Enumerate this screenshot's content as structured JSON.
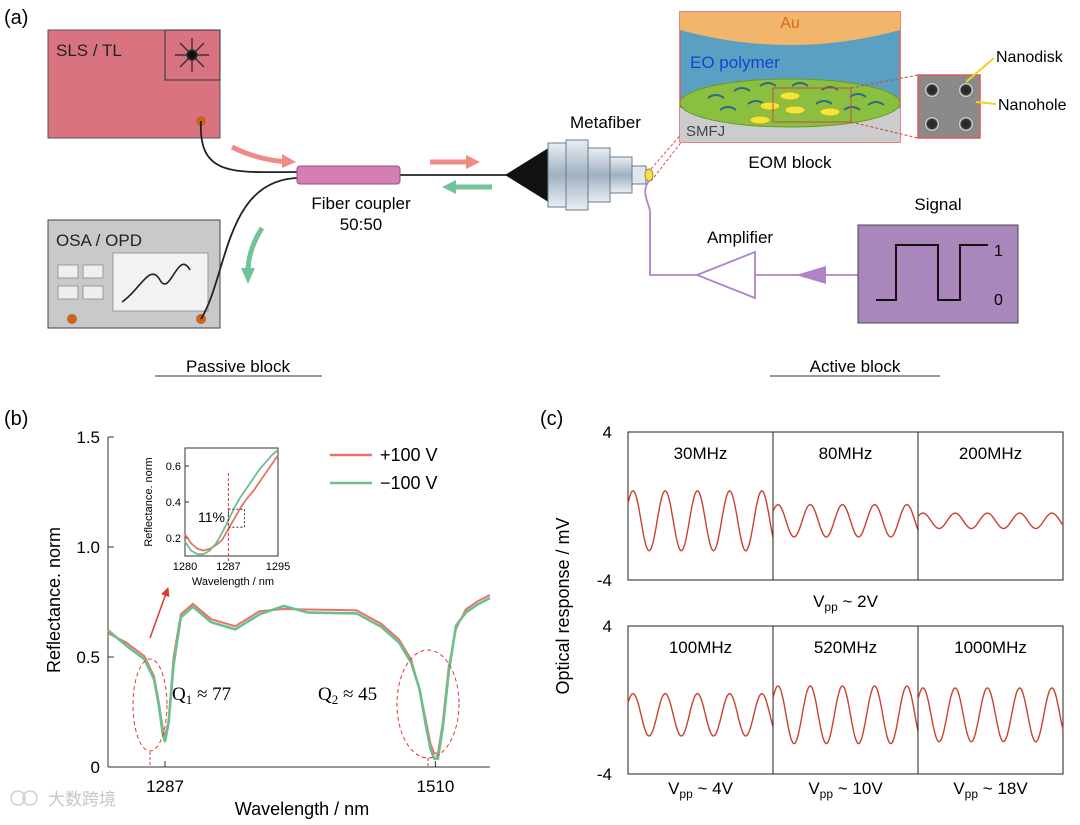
{
  "panel_labels": {
    "a": "(a)",
    "b": "(b)",
    "c": "(c)"
  },
  "setup": {
    "source": "SLS / TL",
    "analyzer": "OSA / OPD",
    "coupler": "Fiber coupler",
    "coupler_ratio": "50:50",
    "metafiber": "Metafiber",
    "eom": {
      "au": "Au",
      "polymer": "EO polymer",
      "smfj": "SMFJ",
      "label": "EOM block"
    },
    "nanodisk": "Nanodisk",
    "nanohole": "Nanohole",
    "amplifier": "Amplifier",
    "signal": "Signal",
    "signal_high": "1",
    "signal_low": "0",
    "passive": "Passive block",
    "active": "Active block"
  },
  "watermark": "大数跨境",
  "colors": {
    "plus": "#e8726b",
    "minus": "#6bbf8e",
    "source_box": "#d9737f",
    "signal_box": "#a987bd",
    "trace": "#c9412f"
  },
  "spectrum": {
    "ylabel": "Reflectance. norm",
    "xlabel": "Wavelength / nm",
    "q1_sym": "Q",
    "q1_sub": "1",
    "q1_val": " ≈ 77",
    "q2_sym": "Q",
    "q2_sub": "2",
    "q2_val": " ≈ 45",
    "inset": {
      "ylabel": "Reflectance. norm",
      "xlabel": "Wavelength / nm",
      "annotation": "11%"
    }
  },
  "response": {
    "ylabel": "Optical response / mV",
    "ymax_label": "4",
    "ymin_label": "-4",
    "rows": [
      {
        "panels": [
          {
            "freq": "30MHz",
            "amp": 0.78
          },
          {
            "freq": "80MHz",
            "amp": 0.42
          },
          {
            "freq": "200MHz",
            "amp": 0.2
          }
        ],
        "vpp": [
          {
            "main": "V",
            "sub": "pp",
            "rest": " ~ 2V"
          }
        ]
      },
      {
        "panels": [
          {
            "freq": "100MHz",
            "amp": 0.55
          },
          {
            "freq": "520MHz",
            "amp": 0.75
          },
          {
            "freq": "1000MHz",
            "amp": 0.7
          }
        ],
        "vpp": [
          {
            "main": "V",
            "sub": "pp",
            "rest": " ~ 4V"
          },
          {
            "main": "V",
            "sub": "pp",
            "rest": " ~ 10V"
          },
          {
            "main": "V",
            "sub": "pp",
            "rest": " ~ 18V"
          }
        ]
      }
    ]
  },
  "chart_data": [
    {
      "type": "line",
      "title": "",
      "xlabel": "Wavelength / nm",
      "ylabel": "Reflectance. norm",
      "xlim": [
        1240,
        1555
      ],
      "ylim": [
        0,
        1.5
      ],
      "xticks": [
        1287,
        1510
      ],
      "yticks": [
        0,
        0.5,
        1.0,
        1.5
      ],
      "ytick_labels": [
        "0",
        "0.5",
        "1.0",
        "1.5"
      ],
      "legend": "top-right",
      "series": [
        {
          "name": "+100 V",
          "x": [
            1240,
            1255,
            1270,
            1278,
            1282,
            1285,
            1287,
            1290,
            1294,
            1300,
            1310,
            1325,
            1345,
            1365,
            1385,
            1405,
            1425,
            1445,
            1465,
            1480,
            1490,
            1497,
            1502,
            1506,
            1509,
            1512,
            1516,
            1521,
            1527,
            1535,
            1545,
            1555
          ],
          "y": [
            0.62,
            0.57,
            0.5,
            0.4,
            0.3,
            0.18,
            0.13,
            0.22,
            0.5,
            0.69,
            0.73,
            0.68,
            0.64,
            0.7,
            0.73,
            0.72,
            0.71,
            0.7,
            0.66,
            0.58,
            0.48,
            0.36,
            0.22,
            0.1,
            0.05,
            0.07,
            0.2,
            0.45,
            0.64,
            0.72,
            0.75,
            0.77
          ]
        },
        {
          "name": "−100 V",
          "x": [
            1240,
            1255,
            1270,
            1278,
            1282,
            1285,
            1287,
            1290,
            1294,
            1300,
            1310,
            1325,
            1345,
            1365,
            1385,
            1405,
            1425,
            1445,
            1465,
            1480,
            1490,
            1497,
            1502,
            1506,
            1509,
            1512,
            1516,
            1521,
            1527,
            1535,
            1545,
            1555
          ],
          "y": [
            0.61,
            0.56,
            0.49,
            0.39,
            0.29,
            0.16,
            0.11,
            0.19,
            0.47,
            0.68,
            0.72,
            0.67,
            0.63,
            0.69,
            0.72,
            0.71,
            0.7,
            0.69,
            0.65,
            0.57,
            0.47,
            0.34,
            0.2,
            0.08,
            0.03,
            0.05,
            0.18,
            0.43,
            0.63,
            0.71,
            0.74,
            0.76
          ]
        }
      ]
    },
    {
      "type": "line",
      "title": "",
      "xlabel": "Wavelength / nm",
      "ylabel": "Reflectance. norm",
      "xlim": [
        1280,
        1295
      ],
      "ylim": [
        0.1,
        0.7
      ],
      "xticks": [
        1280,
        1287,
        1295
      ],
      "yticks": [
        0.2,
        0.4,
        0.6
      ],
      "series": [
        {
          "name": "+100 V",
          "x": [
            1280,
            1281,
            1282,
            1283,
            1284,
            1285,
            1286,
            1287,
            1288,
            1289,
            1290,
            1291,
            1292,
            1293,
            1294,
            1295
          ],
          "y": [
            0.22,
            0.17,
            0.14,
            0.13,
            0.14,
            0.16,
            0.19,
            0.25,
            0.31,
            0.37,
            0.42,
            0.46,
            0.51,
            0.56,
            0.61,
            0.66
          ]
        },
        {
          "name": "−100 V",
          "x": [
            1280,
            1281,
            1282,
            1283,
            1284,
            1285,
            1286,
            1287,
            1288,
            1289,
            1290,
            1291,
            1292,
            1293,
            1294,
            1295
          ],
          "y": [
            0.18,
            0.13,
            0.11,
            0.11,
            0.13,
            0.17,
            0.23,
            0.3,
            0.37,
            0.43,
            0.48,
            0.53,
            0.58,
            0.62,
            0.66,
            0.69
          ]
        }
      ]
    }
  ]
}
